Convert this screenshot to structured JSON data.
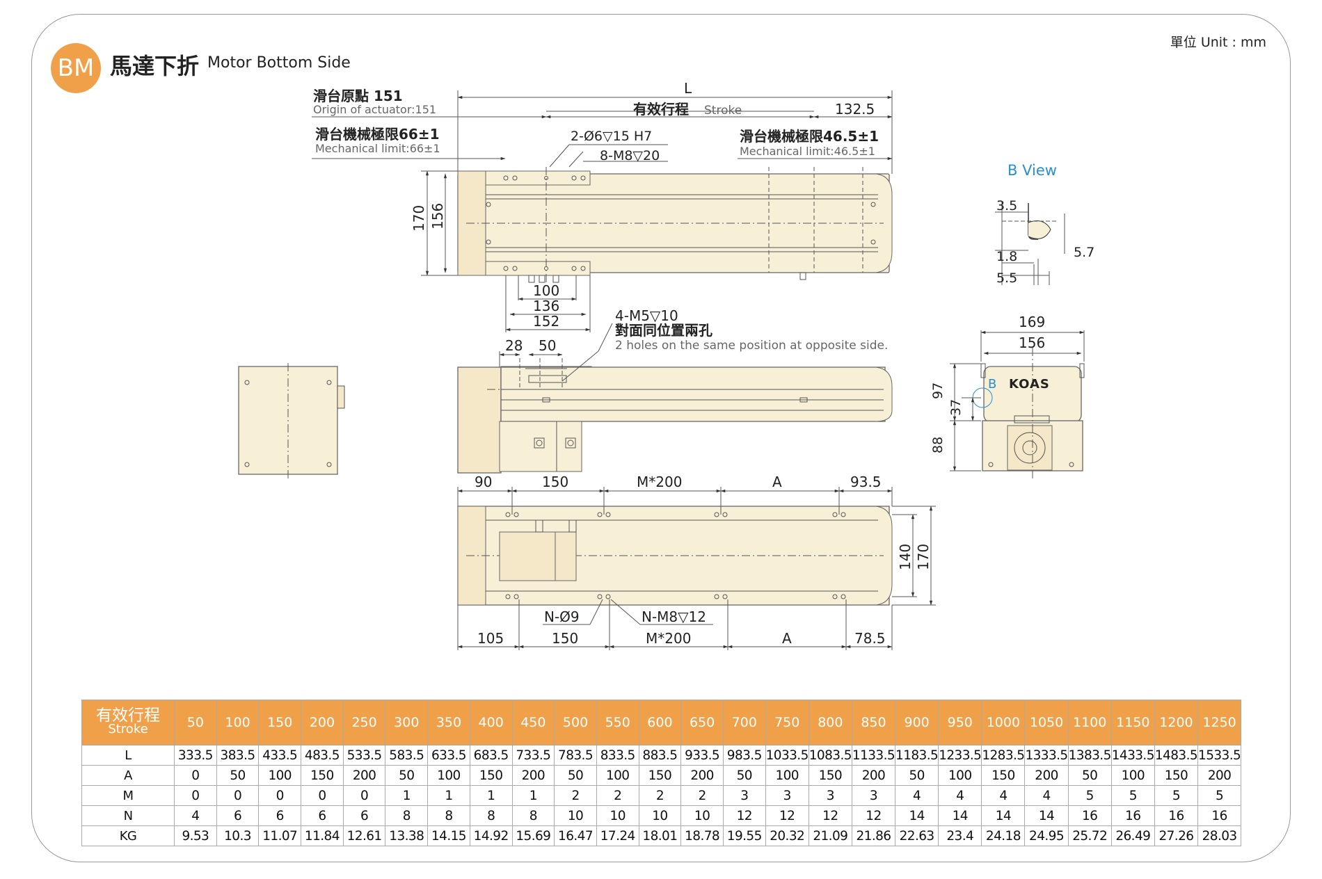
{
  "header": {
    "badge": "BM",
    "title_zh": "馬達下折",
    "title_en": "Motor Bottom Side",
    "unit": "單位 Unit : mm"
  },
  "top_view": {
    "L": "L",
    "origin_zh": "滑台原點 151",
    "origin_en": "Origin of actuator:151",
    "stroke_zh": "有效行程",
    "stroke_en": "Stroke",
    "right_dim": "132.5",
    "mech_left_zh": "滑台機械極限66±1",
    "mech_left_en": "Mechanical limit:66±1",
    "mech_right_zh": "滑台機械極限46.5±1",
    "mech_right_en": "Mechanical limit:46.5±1",
    "hole1": "2-Ø6▽15 H7",
    "hole2": "8-M8▽20",
    "h170": "170",
    "h156": "156",
    "w100": "100",
    "w136": "136",
    "w152": "152"
  },
  "b_view": {
    "title": "B View",
    "d35": "3.5",
    "d18": "1.8",
    "d55": "5.5",
    "d57": "5.7"
  },
  "side_view": {
    "hole": "4-M5▽10",
    "note_zh": "對面同位置兩孔",
    "note_en": "2 holes on the same position at opposite side.",
    "d28": "28",
    "d50": "50"
  },
  "end_view": {
    "w169": "169",
    "w156": "156",
    "h97": "97",
    "h37": "37",
    "h88": "88",
    "b_label": "B",
    "logo": "KOAS"
  },
  "bottom_view": {
    "t90": "90",
    "t150": "150",
    "tM200": "M*200",
    "tA": "A",
    "t935": "93.5",
    "h140": "140",
    "h170": "170",
    "holeN": "N-Ø9",
    "holeM8": "N-M8▽12",
    "b105": "105",
    "b150": "150",
    "bM200": "M*200",
    "bA": "A",
    "b785": "78.5"
  },
  "table": {
    "head_zh": "有效行程",
    "head_en": "Stroke",
    "strokes": [
      "50",
      "100",
      "150",
      "200",
      "250",
      "300",
      "350",
      "400",
      "450",
      "500",
      "550",
      "600",
      "650",
      "700",
      "750",
      "800",
      "850",
      "900",
      "950",
      "1000",
      "1050",
      "1100",
      "1150",
      "1200",
      "1250"
    ],
    "rows": [
      {
        "label": "L",
        "values": [
          "333.5",
          "383.5",
          "433.5",
          "483.5",
          "533.5",
          "583.5",
          "633.5",
          "683.5",
          "733.5",
          "783.5",
          "833.5",
          "883.5",
          "933.5",
          "983.5",
          "1033.5",
          "1083.5",
          "1133.5",
          "1183.5",
          "1233.5",
          "1283.5",
          "1333.5",
          "1383.5",
          "1433.5",
          "1483.5",
          "1533.5"
        ]
      },
      {
        "label": "A",
        "values": [
          "0",
          "50",
          "100",
          "150",
          "200",
          "50",
          "100",
          "150",
          "200",
          "50",
          "100",
          "150",
          "200",
          "50",
          "100",
          "150",
          "200",
          "50",
          "100",
          "150",
          "200",
          "50",
          "100",
          "150",
          "200"
        ]
      },
      {
        "label": "M",
        "values": [
          "0",
          "0",
          "0",
          "0",
          "0",
          "1",
          "1",
          "1",
          "1",
          "2",
          "2",
          "2",
          "2",
          "3",
          "3",
          "3",
          "3",
          "4",
          "4",
          "4",
          "4",
          "5",
          "5",
          "5",
          "5"
        ]
      },
      {
        "label": "N",
        "values": [
          "4",
          "6",
          "6",
          "6",
          "6",
          "8",
          "8",
          "8",
          "8",
          "10",
          "10",
          "10",
          "10",
          "12",
          "12",
          "12",
          "12",
          "14",
          "14",
          "14",
          "14",
          "16",
          "16",
          "16",
          "16"
        ]
      },
      {
        "label": "KG",
        "values": [
          "9.53",
          "10.3",
          "11.07",
          "11.84",
          "12.61",
          "13.38",
          "14.15",
          "14.92",
          "15.69",
          "16.47",
          "17.24",
          "18.01",
          "18.78",
          "19.55",
          "20.32",
          "21.09",
          "21.86",
          "22.63",
          "23.4",
          "24.18",
          "24.95",
          "25.72",
          "26.49",
          "27.26",
          "28.03"
        ]
      }
    ]
  }
}
